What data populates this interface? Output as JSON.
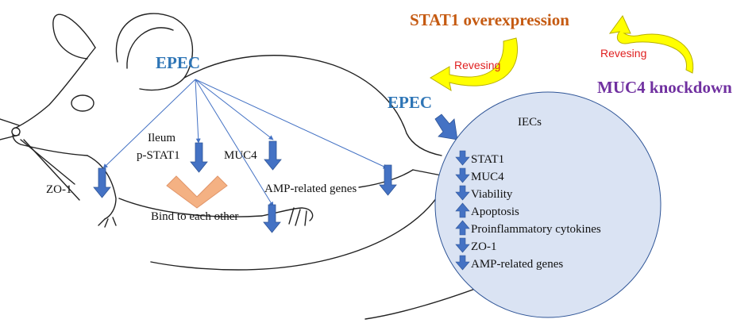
{
  "mouse_panel": {
    "pathogen_label": "EPEC",
    "ileum_label": "Ileum",
    "pstat1_label": "p-STAT1",
    "muc4_label": "MUC4",
    "zo1_label": "ZO-1",
    "amp_label": "AMP-related genes",
    "bind_label": "Bind to each other"
  },
  "treatments": {
    "stat1_label": "STAT1 overexpression",
    "muc4_label": "MUC4 knockdown",
    "reversing_label_1": "Revesing",
    "reversing_label_2": "Revesing"
  },
  "cell_panel": {
    "pathogen_label": "EPEC",
    "cell_label": "IECs",
    "items": [
      {
        "label": "STAT1",
        "direction": "down"
      },
      {
        "label": "MUC4",
        "direction": "down"
      },
      {
        "label": "Viability",
        "direction": "down"
      },
      {
        "label": "Apoptosis",
        "direction": "up"
      },
      {
        "label": "Proinflammatory cytokines",
        "direction": "up"
      },
      {
        "label": "ZO-1",
        "direction": "down"
      },
      {
        "label": "AMP-related genes",
        "direction": "down"
      }
    ]
  },
  "colors": {
    "epec_blue": "#2e75b6",
    "arrow_blue": "#4472c4",
    "stat1_orange": "#c55a11",
    "muc4_purple": "#7030a0",
    "reversing_red": "#e02020",
    "curve_yellow": "#ffff00",
    "curve_outline": "#b8b000",
    "bind_peach": "#f4b183",
    "cell_fill": "#dae3f3",
    "cell_stroke": "#2f5597"
  }
}
